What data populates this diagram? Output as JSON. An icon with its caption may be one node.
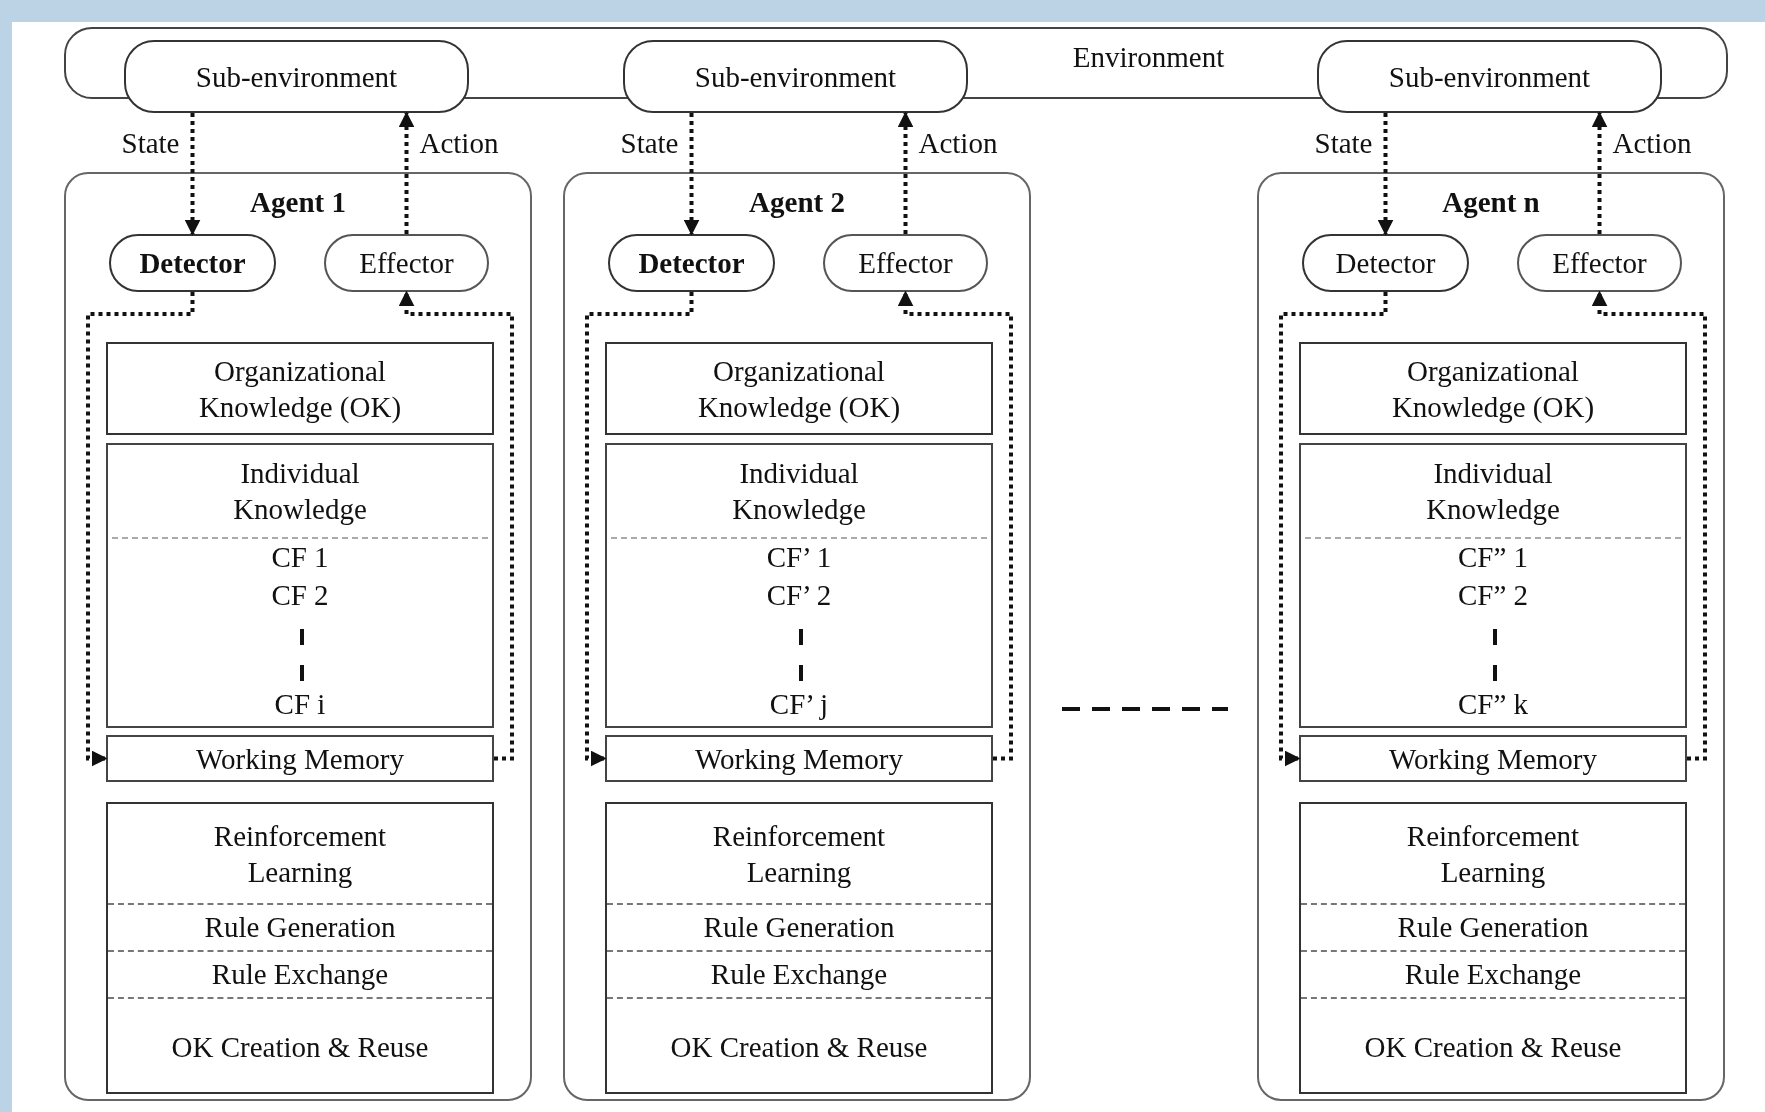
{
  "diagram": {
    "nodes": [
      {
        "text": [
          "Environment"
        ]
      },
      {
        "text": [
          "Sub-environment"
        ]
      },
      {
        "text": [
          "Agent 1"
        ]
      },
      {
        "text": [
          "Detector"
        ],
        "in": 2
      },
      {
        "text": [
          "Effector"
        ],
        "in": 2
      },
      {
        "text": [
          "Organizational Knowledge (OK)"
        ],
        "in": 2
      },
      {
        "text": [
          "Individual Knowledge",
          "CF 1",
          "CF 2",
          "CF i"
        ],
        "in": 2
      },
      {
        "text": [
          "Working Memory"
        ],
        "in": 2
      },
      {
        "text": [
          "Reinforcement Learning",
          "Rule Generation",
          "Rule Exchange",
          "OK Creation & Reuse"
        ],
        "in": 2
      },
      {
        "text": [
          "Sub-environment"
        ]
      },
      {
        "text": [
          "Agent 2"
        ]
      },
      {
        "text": [
          "Detector"
        ],
        "in": 10
      },
      {
        "text": [
          "Effector"
        ],
        "in": 10
      },
      {
        "text": [
          "Organizational Knowledge (OK)"
        ],
        "in": 10
      },
      {
        "text": [
          "Individual Knowledge",
          "CF’ 1",
          "CF’ 2",
          "CF’ j"
        ],
        "in": 10
      },
      {
        "text": [
          "Working Memory"
        ],
        "in": 10
      },
      {
        "text": [
          "Reinforcement Learning",
          "Rule Generation",
          "Rule Exchange",
          "OK Creation & Reuse"
        ],
        "in": 10
      },
      {
        "text": [
          "Sub-environment"
        ]
      },
      {
        "text": [
          "Agent n"
        ]
      },
      {
        "text": [
          "Detector"
        ],
        "in": 18
      },
      {
        "text": [
          "Effector"
        ],
        "in": 18
      },
      {
        "text": [
          "Organizational Knowledge (OK)"
        ],
        "in": 18
      },
      {
        "text": [
          "Individual Knowledge",
          "CF” 1",
          "CF” 2",
          "CF” k"
        ],
        "in": 18
      },
      {
        "text": [
          "Working Memory"
        ],
        "in": 18
      },
      {
        "text": [
          "Reinforcement Learning",
          "Rule Generation",
          "Rule Exchange",
          "OK Creation & Reuse"
        ],
        "in": 18
      }
    ],
    "edges": [
      {
        "from": 1,
        "to": 3,
        "arrow": "to",
        "label": "State"
      },
      {
        "from": 4,
        "to": 1,
        "arrow": "to",
        "label": "Action"
      },
      {
        "from": 3,
        "to": 7,
        "arrow": "to"
      },
      {
        "from": 7,
        "to": 4,
        "arrow": "to"
      },
      {
        "from": 9,
        "to": 11,
        "arrow": "to",
        "label": "State"
      },
      {
        "from": 12,
        "to": 9,
        "arrow": "to",
        "label": "Action"
      },
      {
        "from": 11,
        "to": 15,
        "arrow": "to"
      },
      {
        "from": 15,
        "to": 12,
        "arrow": "to"
      },
      {
        "from": 17,
        "to": 19,
        "arrow": "to",
        "label": "State"
      },
      {
        "from": 20,
        "to": 17,
        "arrow": "to",
        "label": "Action"
      },
      {
        "from": 19,
        "to": 23,
        "arrow": "to"
      },
      {
        "from": 23,
        "to": 20,
        "arrow": "to"
      }
    ]
  }
}
